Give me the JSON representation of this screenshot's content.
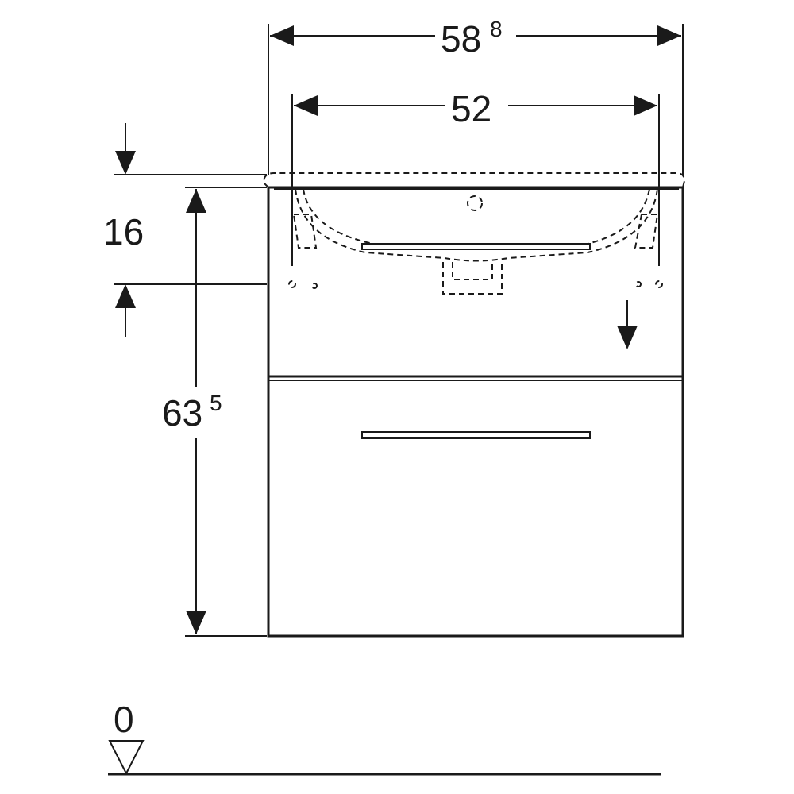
{
  "dimensions": {
    "overall_width": {
      "value": "58",
      "superscript": "8"
    },
    "basin_width": {
      "value": "52"
    },
    "basin_depth": {
      "value": "16"
    },
    "cabinet_height": {
      "value": "63",
      "superscript": "5"
    }
  },
  "floor_level": {
    "label": "0"
  },
  "icons": {
    "floor_marker": "triangle-down-icon",
    "drain_direction": "arrow-down-icon"
  },
  "colors": {
    "line": "#1a1a1a",
    "background": "#ffffff"
  }
}
